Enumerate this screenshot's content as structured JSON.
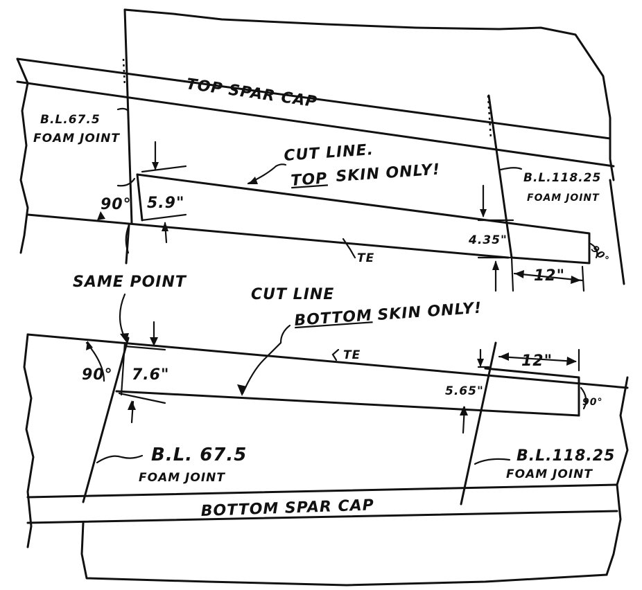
{
  "labels": {
    "top_spar_cap": "TOP SPAR CAP",
    "bl_675_top": "B.L.67.5",
    "foam_joint_top_left": "FOAM JOINT",
    "cut_line_top": "CUT LINE.",
    "top_skin_word": "TOP",
    "top_skin_only": "SKIN ONLY!",
    "bl_11825_top": "B.L.118.25",
    "foam_joint_top_right": "FOAM JOINT",
    "angle_top_left": "90°",
    "dim_top_left": "5.9\"",
    "dim_top_right": "4.35\"",
    "angle_top_right": "90°",
    "te_top": "TE",
    "dim_top_12": "12\"",
    "same_point": "SAME POINT",
    "cut_line_bottom": "CUT LINE",
    "bottom_skin_word": "BOTTOM",
    "bottom_skin_only": "SKIN ONLY!",
    "te_bottom": "TE",
    "dim_bottom_12": "12\"",
    "angle_bottom_left": "90°",
    "dim_bottom_left": "7.6\"",
    "dim_bottom_right": "5.65\"",
    "angle_bottom_right": "90°",
    "bl_675_bottom": "B.L. 67.5",
    "foam_joint_bottom_left": "FOAM JOINT",
    "bl_11825_bottom": "B.L.118.25",
    "foam_joint_bottom_right": "FOAM JOINT",
    "bottom_spar_cap": "BOTTOM SPAR CAP"
  }
}
